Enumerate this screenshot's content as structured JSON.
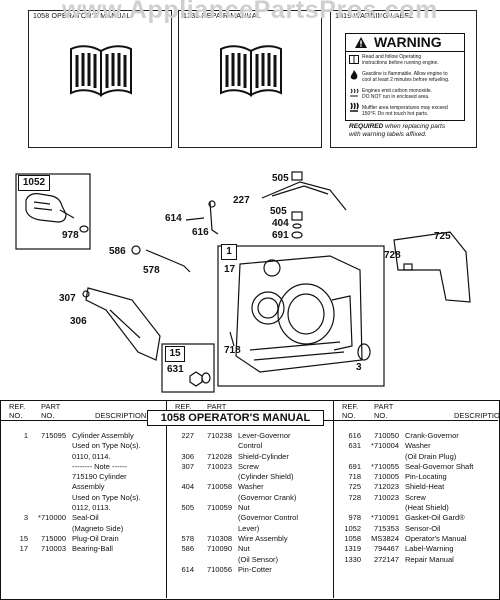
{
  "watermark": "www.AppliancePartsPros.com",
  "top_boxes": [
    {
      "header": "1058 OPERATOR'S MANUAL"
    },
    {
      "header": "1330 REPAIR MANUAL"
    },
    {
      "header": "1319 WARNING LABEL"
    }
  ],
  "warning_label": {
    "title": "WARNING",
    "lines": [
      "Read and follow Operating",
      "instructions before running engine.",
      "Gasoline is flammable. Allow engine to",
      "cool at least 2 minutes before refueling.",
      "Engines emit carbon monoxide.",
      "DO NOT run in enclosed area.",
      "Muffler area temperatures may exceed",
      "150°F. Do not touch hot parts."
    ],
    "required_bold": "REQUIRED",
    "required_rest": " when replacing parts",
    "required_line2": "with warning labels affixed."
  },
  "diagram_labels": {
    "l1052": "1052",
    "l978": "978",
    "l614": "614",
    "l616": "616",
    "l227": "227",
    "l505a": "505",
    "l505b": "505",
    "l404": "404",
    "l691": "691",
    "l586": "586",
    "l578": "578",
    "l1": "1",
    "l17": "17",
    "l725": "725",
    "l728": "728",
    "l307": "307",
    "l306": "306",
    "l718": "718",
    "l3": "3",
    "l15": "15",
    "l631": "631"
  },
  "table": {
    "headers": {
      "ref": "REF.",
      "no": "NO.",
      "part": "PART",
      "pno": "NO.",
      "desc": "DESCRIPTION"
    },
    "callout": "1058 OPERATOR'S MANUAL",
    "col1": [
      {
        "ref": "1",
        "part": "715095",
        "desc": "Cylinder Assembly"
      },
      {
        "ref": "",
        "part": "",
        "desc": "Used on Type No(s)."
      },
      {
        "ref": "",
        "part": "",
        "desc": "0110, 0114."
      },
      {
        "ref": "",
        "part": "",
        "desc": "-------- Note ------"
      },
      {
        "ref": "",
        "part": "",
        "desc": "715190 Cylinder"
      },
      {
        "ref": "",
        "part": "",
        "desc": "Assembly"
      },
      {
        "ref": "",
        "part": "",
        "desc": "Used on Type No(s)."
      },
      {
        "ref": "",
        "part": "",
        "desc": "0112, 0113."
      },
      {
        "ref": "3",
        "part": "*710000",
        "desc": "Seal-Oil"
      },
      {
        "ref": "",
        "part": "",
        "desc": "(Magneto Side)"
      },
      {
        "ref": "15",
        "part": "715000",
        "desc": "Plug-Oil Drain"
      },
      {
        "ref": "17",
        "part": "710003",
        "desc": "Bearing-Ball"
      }
    ],
    "col2": [
      {
        "ref": "227",
        "part": "710238",
        "desc": "Lever-Governor"
      },
      {
        "ref": "",
        "part": "",
        "desc": "Control"
      },
      {
        "ref": "306",
        "part": "712028",
        "desc": "Shield-Cylinder"
      },
      {
        "ref": "307",
        "part": "710023",
        "desc": "Screw"
      },
      {
        "ref": "",
        "part": "",
        "desc": "(Cylinder Shield)"
      },
      {
        "ref": "404",
        "part": "710058",
        "desc": "Washer"
      },
      {
        "ref": "",
        "part": "",
        "desc": "(Governor Crank)"
      },
      {
        "ref": "505",
        "part": "710059",
        "desc": "Nut"
      },
      {
        "ref": "",
        "part": "",
        "desc": "(Governor Control"
      },
      {
        "ref": "",
        "part": "",
        "desc": "Lever)"
      },
      {
        "ref": "578",
        "part": "710308",
        "desc": "Wire Assembly"
      },
      {
        "ref": "586",
        "part": "710090",
        "desc": "Nut"
      },
      {
        "ref": "",
        "part": "",
        "desc": "(Oil Sensor)"
      },
      {
        "ref": "614",
        "part": "710056",
        "desc": "Pin-Cotter"
      }
    ],
    "col3": [
      {
        "ref": "616",
        "part": "710050",
        "desc": "Crank-Governor"
      },
      {
        "ref": "631",
        "part": "*710004",
        "desc": "Washer"
      },
      {
        "ref": "",
        "part": "",
        "desc": "(Oil Drain Plug)"
      },
      {
        "ref": "691",
        "part": "*710055",
        "desc": "Seal-Governor Shaft"
      },
      {
        "ref": "718",
        "part": "710005",
        "desc": "Pin-Locating"
      },
      {
        "ref": "725",
        "part": "712023",
        "desc": "Shield-Heat"
      },
      {
        "ref": "728",
        "part": "710023",
        "desc": "Screw"
      },
      {
        "ref": "",
        "part": "",
        "desc": "(Heat Shield)"
      },
      {
        "ref": "978",
        "part": "*710091",
        "desc": "Gasket-Oil Gard®"
      },
      {
        "ref": "1052",
        "part": "715353",
        "desc": "Sensor-Oil"
      },
      {
        "ref": "1058",
        "part": "MS3824",
        "desc": "Operator's Manual"
      },
      {
        "ref": "1319",
        "part": "794467",
        "desc": "Label-Warning"
      },
      {
        "ref": "1330",
        "part": "272147",
        "desc": "Repair Manual"
      }
    ]
  }
}
